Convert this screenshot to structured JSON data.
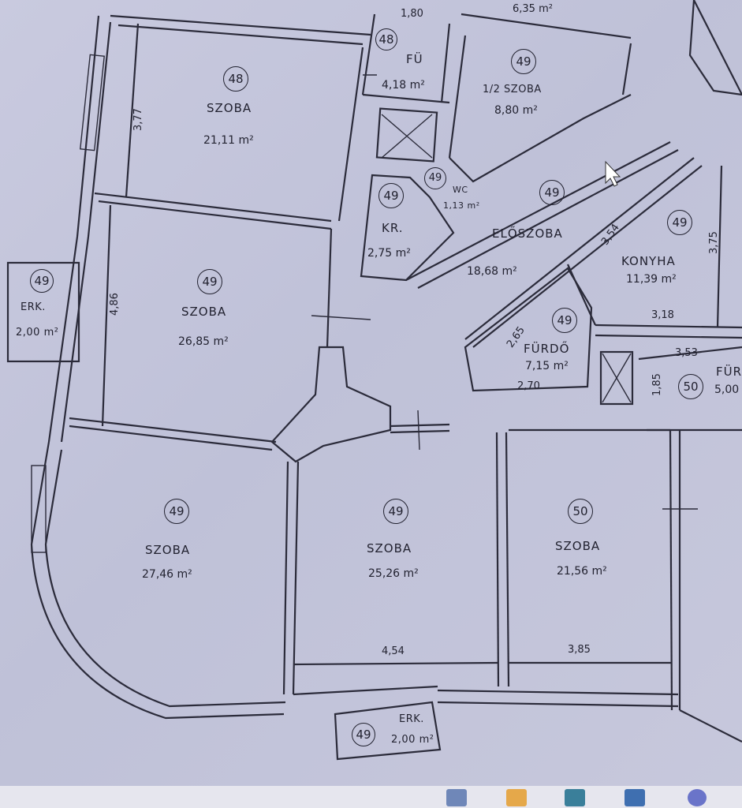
{
  "rooms": [
    {
      "id": "r48-szoba",
      "num": "48",
      "name": "SZOBA",
      "area": "21,11 m²"
    },
    {
      "id": "r48-fu",
      "num": "48",
      "name": "FÜ",
      "area": "4,18 m²"
    },
    {
      "id": "r49-half",
      "num": "49",
      "name": "1/2 SZOBA",
      "area": "8,80 m²"
    },
    {
      "id": "r49-kr",
      "num": "49",
      "name": "KR.",
      "area": "2,75 m²"
    },
    {
      "id": "r49-wc",
      "num": "49",
      "name": "WC",
      "area": "1,13 m²"
    },
    {
      "id": "r49-eloszoba",
      "num": "49",
      "name": "ELŐSZOBA",
      "area": "18,68 m²"
    },
    {
      "id": "r49-konyha",
      "num": "49",
      "name": "KONYHA",
      "area": "11,39 m²"
    },
    {
      "id": "r49-erk-left",
      "num": "49",
      "name": "ERK.",
      "area": "2,00 m²"
    },
    {
      "id": "r49-szoba-mid",
      "num": "49",
      "name": "SZOBA",
      "area": "26,85 m²"
    },
    {
      "id": "r49-furdo",
      "num": "49",
      "name": "FÜRDŐ",
      "area": "7,15 m²"
    },
    {
      "id": "r50-fur",
      "num": "50",
      "name": "FÜR",
      "area": "5,00"
    },
    {
      "id": "r49-szoba-bl",
      "num": "49",
      "name": "SZOBA",
      "area": "27,46 m²"
    },
    {
      "id": "r49-szoba-bc",
      "num": "49",
      "name": "SZOBA",
      "area": "25,26 m²"
    },
    {
      "id": "r50-szoba",
      "num": "50",
      "name": "SZOBA",
      "area": "21,56 m²"
    },
    {
      "id": "r49-erk-bottom",
      "num": "49",
      "name": "ERK.",
      "area": "2,00 m²"
    }
  ],
  "dimensions": {
    "d180": "1,80",
    "d635": "6,35 m²",
    "d377": "3,77",
    "d486": "4,86",
    "d354": "3,54",
    "d375": "3,75",
    "d318": "3,18",
    "d265": "2,65",
    "d270": "2,70",
    "d353": "3,53",
    "d185": "1,85",
    "d454": "4,54",
    "d385": "3,85"
  }
}
